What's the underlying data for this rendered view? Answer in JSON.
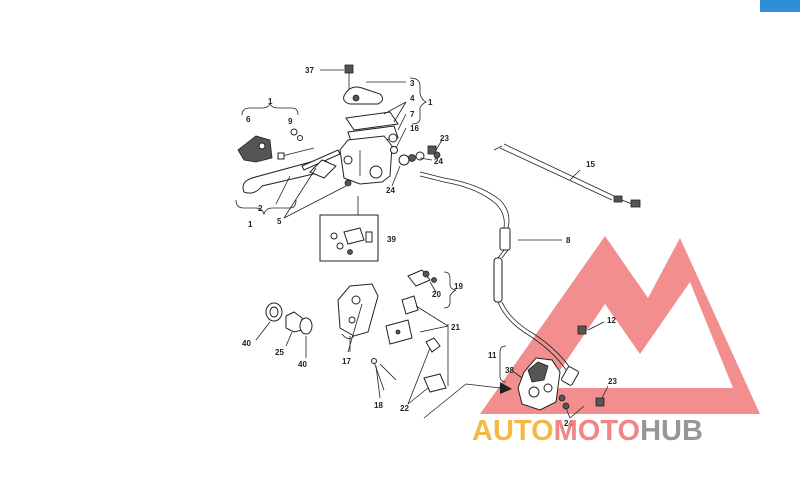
{
  "diagram": {
    "callouts": [
      "37",
      "3",
      "4",
      "1",
      "1",
      "6",
      "9",
      "7",
      "16",
      "23",
      "24",
      "24",
      "15",
      "2",
      "5",
      "1",
      "39",
      "8",
      "20",
      "19",
      "21",
      "40",
      "25",
      "40",
      "17",
      "18",
      "22",
      "11",
      "38",
      "12",
      "23",
      "24"
    ]
  },
  "watermark": {
    "brand_auto": "AUTO",
    "brand_moto": "MOTO",
    "brand_hub": "HUB",
    "colors": {
      "auto": "#f2b233",
      "moto": "#f07a7a",
      "hub": "#8c8c8c",
      "triangle": "#f07a7a"
    }
  },
  "toolbar": {
    "corner_button_color": "#2e8fd8"
  }
}
